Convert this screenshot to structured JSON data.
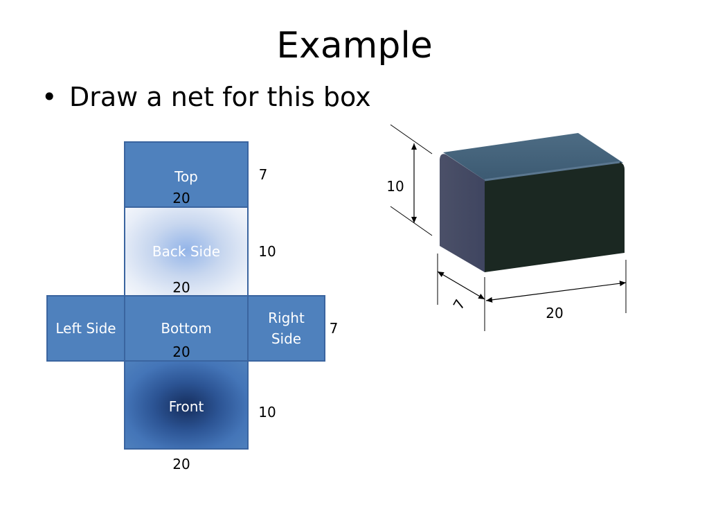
{
  "slide": {
    "title": "Example",
    "bullet": "Draw a net for this box"
  },
  "net": {
    "faces": {
      "top": "Top",
      "back": "Back Side",
      "left": "Left Side",
      "bottom": "Bottom",
      "right_line1": "Right",
      "right_line2": "Side",
      "front": "Front"
    },
    "dims": {
      "top_height": "7",
      "top_width": "20",
      "back_height": "10",
      "back_width": "20",
      "right_height": "7",
      "bottom_width": "20",
      "front_height": "10",
      "front_width": "20"
    }
  },
  "box": {
    "height": "10",
    "depth": "7",
    "length": "20"
  }
}
